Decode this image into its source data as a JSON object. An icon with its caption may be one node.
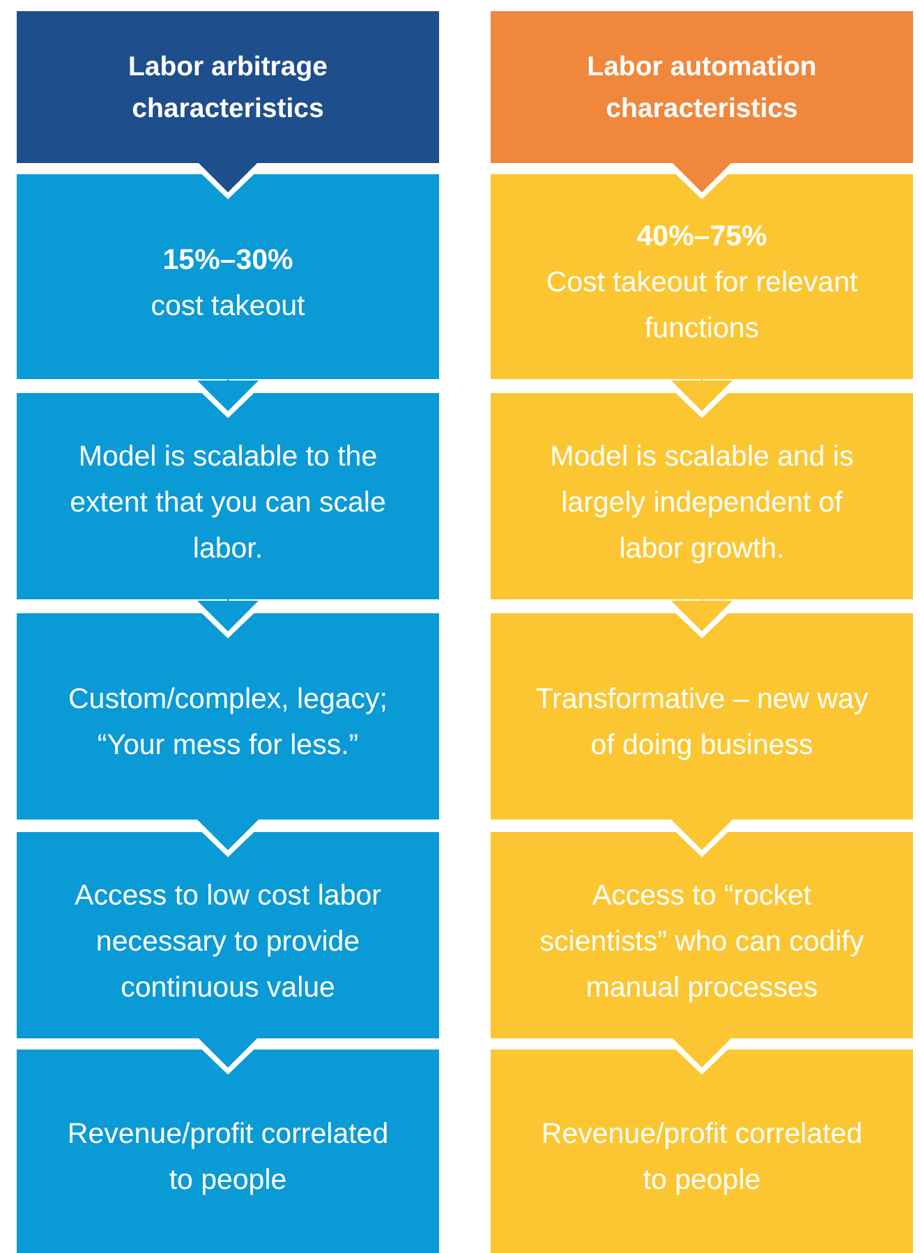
{
  "diagram": {
    "nodes": [
      {
        "text": [
          "Labor arbitrage characteristics"
        ]
      },
      {
        "text": [
          "15%–30%",
          "cost takeout"
        ]
      },
      {
        "text": [
          "Model is scalable to the extent that you can scale labor."
        ]
      },
      {
        "text": [
          "Custom/complex, legacy; “Your mess for less.”"
        ]
      },
      {
        "text": [
          "Access to low cost labor necessary to provide continuous value"
        ]
      },
      {
        "text": [
          "Revenue/profit correlated to people"
        ]
      },
      {
        "text": [
          "Labor automation characteristics"
        ]
      },
      {
        "text": [
          "40%–75%",
          "Cost takeout for relevant functions"
        ]
      },
      {
        "text": [
          "Model is scalable and is largely independent of labor growth."
        ]
      },
      {
        "text": [
          "Transformative – new way of doing business"
        ]
      },
      {
        "text": [
          "Access to “rocket scientists” who can codify manual processes"
        ]
      },
      {
        "text": [
          "Revenue/profit correlated to people"
        ]
      }
    ],
    "edges": [
      {
        "from": 0,
        "to": 1,
        "arrow": "to",
        "color": "#1f4e8c"
      },
      {
        "from": 1,
        "to": 2,
        "arrow": "to",
        "color": "#0a9ad6"
      },
      {
        "from": 2,
        "to": 3,
        "arrow": "to",
        "color": "#0a9ad6"
      },
      {
        "from": 3,
        "to": 4,
        "arrow": "to",
        "color": "#0a9ad6"
      },
      {
        "from": 4,
        "to": 5,
        "arrow": "to",
        "color": "#0a9ad6"
      },
      {
        "from": 6,
        "to": 7,
        "arrow": "to",
        "color": "#ef873d"
      },
      {
        "from": 7,
        "to": 8,
        "arrow": "to",
        "color": "#fbc631"
      },
      {
        "from": 8,
        "to": 9,
        "arrow": "to",
        "color": "#fbc631"
      },
      {
        "from": 9,
        "to": 10,
        "arrow": "to",
        "color": "#fbc631"
      },
      {
        "from": 10,
        "to": 11,
        "arrow": "to",
        "color": "#fbc631"
      }
    ]
  }
}
